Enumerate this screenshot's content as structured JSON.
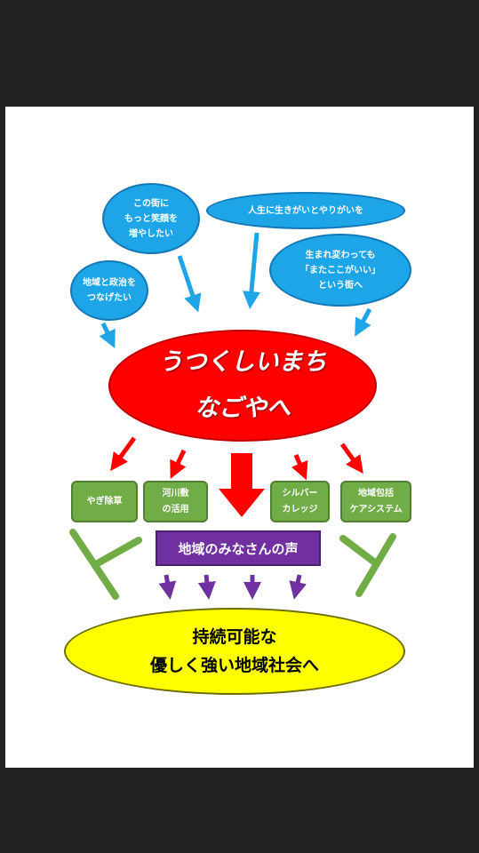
{
  "colors": {
    "background": "#222222",
    "page": "#ffffff",
    "bubble": "#1ea5e8",
    "main": "#ff0000",
    "green": "#70ad47",
    "purple": "#7030a0",
    "goal": "#ffff00"
  },
  "bubbles": [
    {
      "lines": [
        "この街に",
        "もっと笑顔を",
        "増やしたい"
      ]
    },
    {
      "lines": [
        "人生に生きがいとやりがいを"
      ]
    },
    {
      "lines": [
        "生まれ変わっても",
        "「またここがいい」",
        "という街へ"
      ]
    },
    {
      "lines": [
        "地域と政治を",
        "つなげたい"
      ]
    }
  ],
  "main": {
    "lines": [
      "うつくしいまち",
      "なごやへ"
    ]
  },
  "actions": [
    {
      "lines": [
        "やぎ除草"
      ]
    },
    {
      "lines": [
        "河川敷",
        "の活用"
      ]
    },
    {
      "lines": [
        "シルバー",
        "カレッジ"
      ]
    },
    {
      "lines": [
        "地域包括",
        "ケアシステム"
      ]
    }
  ],
  "voice": "地域のみなさんの声",
  "goal": {
    "lines": [
      "持続可能な",
      "優しく強い地域社会へ"
    ]
  }
}
